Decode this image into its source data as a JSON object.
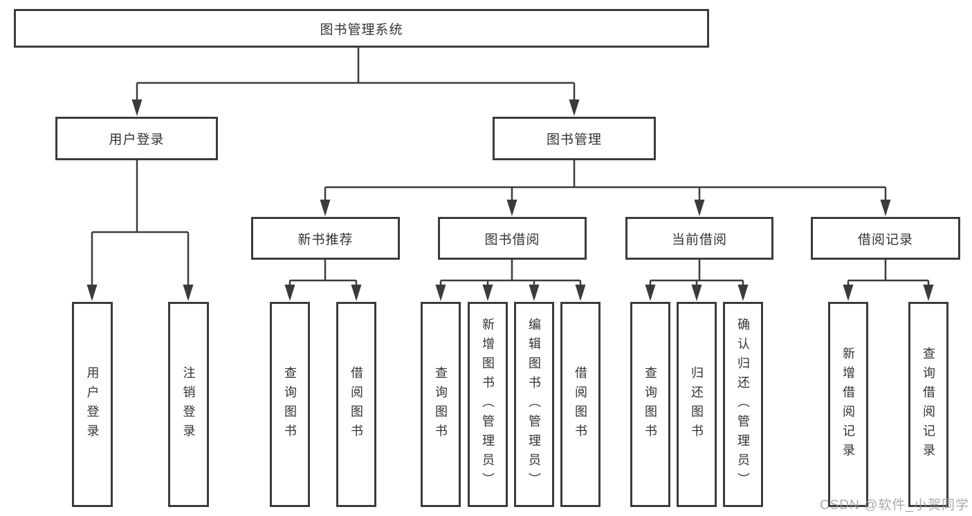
{
  "diagram": {
    "root": "图书管理系统",
    "user_branch": {
      "label": "用户登录",
      "children": [
        "用户登录",
        "注销登录"
      ]
    },
    "book_branch": {
      "label": "图书管理",
      "sections": [
        {
          "label": "新书推荐",
          "children": [
            "查询图书",
            "借阅图书"
          ]
        },
        {
          "label": "图书借阅",
          "children": [
            "查询图书",
            "新增图书（管理员）",
            "编辑图书（管理员）",
            "借阅图书"
          ]
        },
        {
          "label": "当前借阅",
          "children": [
            "查询图书",
            "归还图书",
            "确认归还（管理员）"
          ]
        },
        {
          "label": "借阅记录",
          "children": [
            "新增借阅记录",
            "查询借阅记录"
          ]
        }
      ]
    }
  },
  "watermark": "CSDN @软件_小贺同学",
  "colors": {
    "line": "#3b3b3b",
    "text": "#333333",
    "watermark": "#969ca2"
  }
}
